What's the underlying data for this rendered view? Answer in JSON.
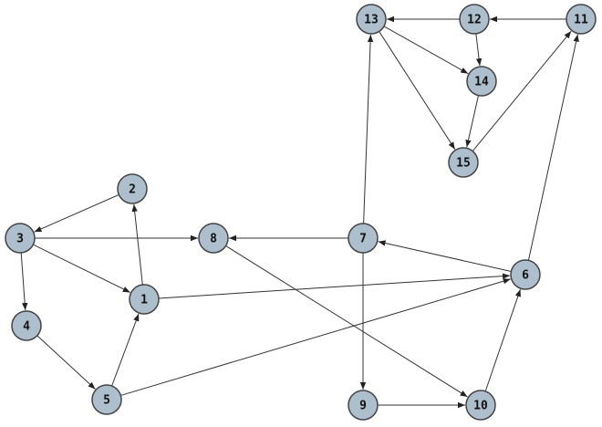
{
  "diagram": {
    "type": "directed-graph",
    "node_fill": "#adbfcc",
    "node_stroke": "#444444",
    "edge_color": "#333333",
    "nodes": [
      {
        "id": "1",
        "label": "1"
      },
      {
        "id": "2",
        "label": "2"
      },
      {
        "id": "3",
        "label": "3"
      },
      {
        "id": "4",
        "label": "4"
      },
      {
        "id": "5",
        "label": "5"
      },
      {
        "id": "6",
        "label": "6"
      },
      {
        "id": "7",
        "label": "7"
      },
      {
        "id": "8",
        "label": "8"
      },
      {
        "id": "9",
        "label": "9"
      },
      {
        "id": "10",
        "label": "10"
      },
      {
        "id": "11",
        "label": "11"
      },
      {
        "id": "12",
        "label": "12"
      },
      {
        "id": "13",
        "label": "13"
      },
      {
        "id": "14",
        "label": "14"
      },
      {
        "id": "15",
        "label": "15"
      }
    ],
    "edges": [
      [
        "12",
        "13"
      ],
      [
        "11",
        "12"
      ],
      [
        "13",
        "14"
      ],
      [
        "13",
        "15"
      ],
      [
        "12",
        "14"
      ],
      [
        "14",
        "15"
      ],
      [
        "15",
        "11"
      ],
      [
        "7",
        "13"
      ],
      [
        "6",
        "11"
      ],
      [
        "2",
        "3"
      ],
      [
        "3",
        "8"
      ],
      [
        "3",
        "1"
      ],
      [
        "1",
        "2"
      ],
      [
        "3",
        "4"
      ],
      [
        "4",
        "5"
      ],
      [
        "5",
        "1"
      ],
      [
        "5",
        "6"
      ],
      [
        "1",
        "6"
      ],
      [
        "6",
        "7"
      ],
      [
        "7",
        "8"
      ],
      [
        "7",
        "9"
      ],
      [
        "9",
        "10"
      ],
      [
        "10",
        "6"
      ],
      [
        "8",
        "10"
      ]
    ]
  }
}
